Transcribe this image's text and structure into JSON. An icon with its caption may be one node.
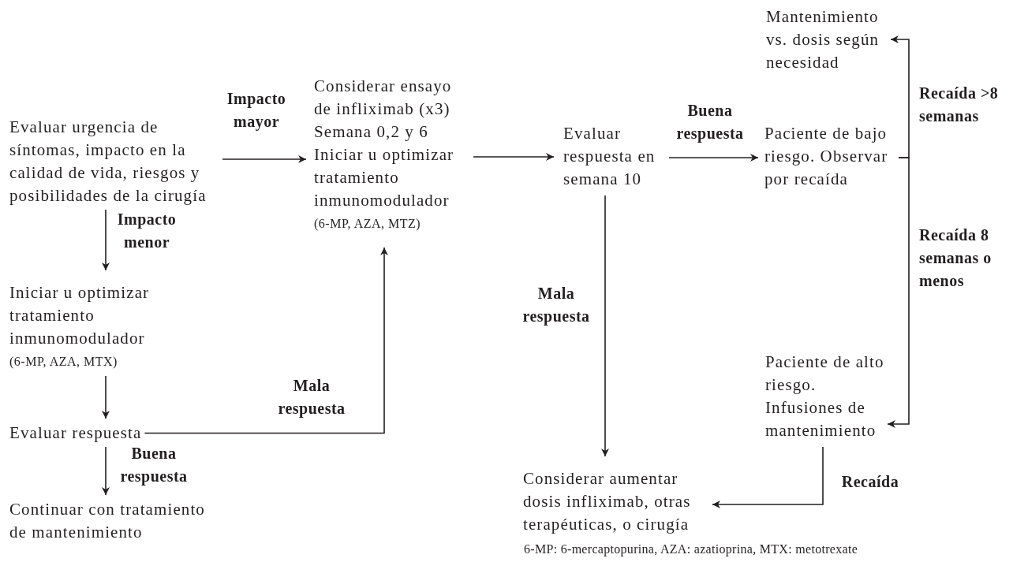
{
  "diagram": {
    "nodes": [
      {
        "text": [
          "Evaluar urgencia de síntomas, impacto en la calidad de vida, riesgos y posibilidades de la cirugía"
        ]
      },
      {
        "text": [
          "Considerar ensayo de infliximab (x3)",
          "Semana 0,2 y 6",
          "Iniciar u optimizar tratamiento inmunomodulador",
          "(6-MP, AZA, MTZ)"
        ]
      },
      {
        "text": [
          "Iniciar u optimizar tratamiento inmunomodulador",
          "(6-MP, AZA, MTX)"
        ]
      },
      {
        "text": [
          "Evaluar respuesta"
        ]
      },
      {
        "text": [
          "Continuar con tratamiento de mantenimiento"
        ]
      },
      {
        "text": [
          "Evaluar respuesta en semana 10"
        ]
      },
      {
        "text": [
          "Paciente de bajo riesgo. Observar por recaída"
        ]
      },
      {
        "text": [
          "Mantenimiento vs. dosis según necesidad"
        ]
      },
      {
        "text": [
          "Paciente de alto riesgo.",
          "Infusiones de mantenimiento"
        ]
      },
      {
        "text": [
          "Considerar aumentar dosis infliximab, otras terapéuticas, o cirugía"
        ]
      }
    ],
    "edges": [
      {
        "from": 0,
        "to": 1,
        "arrow": "to",
        "label": "Impacto mayor"
      },
      {
        "from": 0,
        "to": 2,
        "arrow": "to",
        "label": "Impacto menor"
      },
      {
        "from": 2,
        "to": 3,
        "arrow": "to"
      },
      {
        "from": 3,
        "to": 4,
        "arrow": "to",
        "label": "Buena respuesta"
      },
      {
        "from": 3,
        "to": 1,
        "arrow": "to",
        "label": "Mala respuesta"
      },
      {
        "from": 1,
        "to": 5,
        "arrow": "to"
      },
      {
        "from": 5,
        "to": 6,
        "arrow": "to",
        "label": "Buena respuesta"
      },
      {
        "from": 5,
        "to": 9,
        "arrow": "to",
        "label": "Mala respuesta"
      },
      {
        "from": 6,
        "to": 7,
        "arrow": "to",
        "label": "Recaída >8 semanas"
      },
      {
        "from": 6,
        "to": 8,
        "arrow": "to",
        "label": "Recaída 8 semanas o menos"
      },
      {
        "from": 8,
        "to": 9,
        "arrow": "to",
        "label": "Recaída"
      }
    ],
    "labels": [
      "6-MP: 6-mercaptopurina, AZA: azatioprina, MTX: metotrexate"
    ]
  }
}
